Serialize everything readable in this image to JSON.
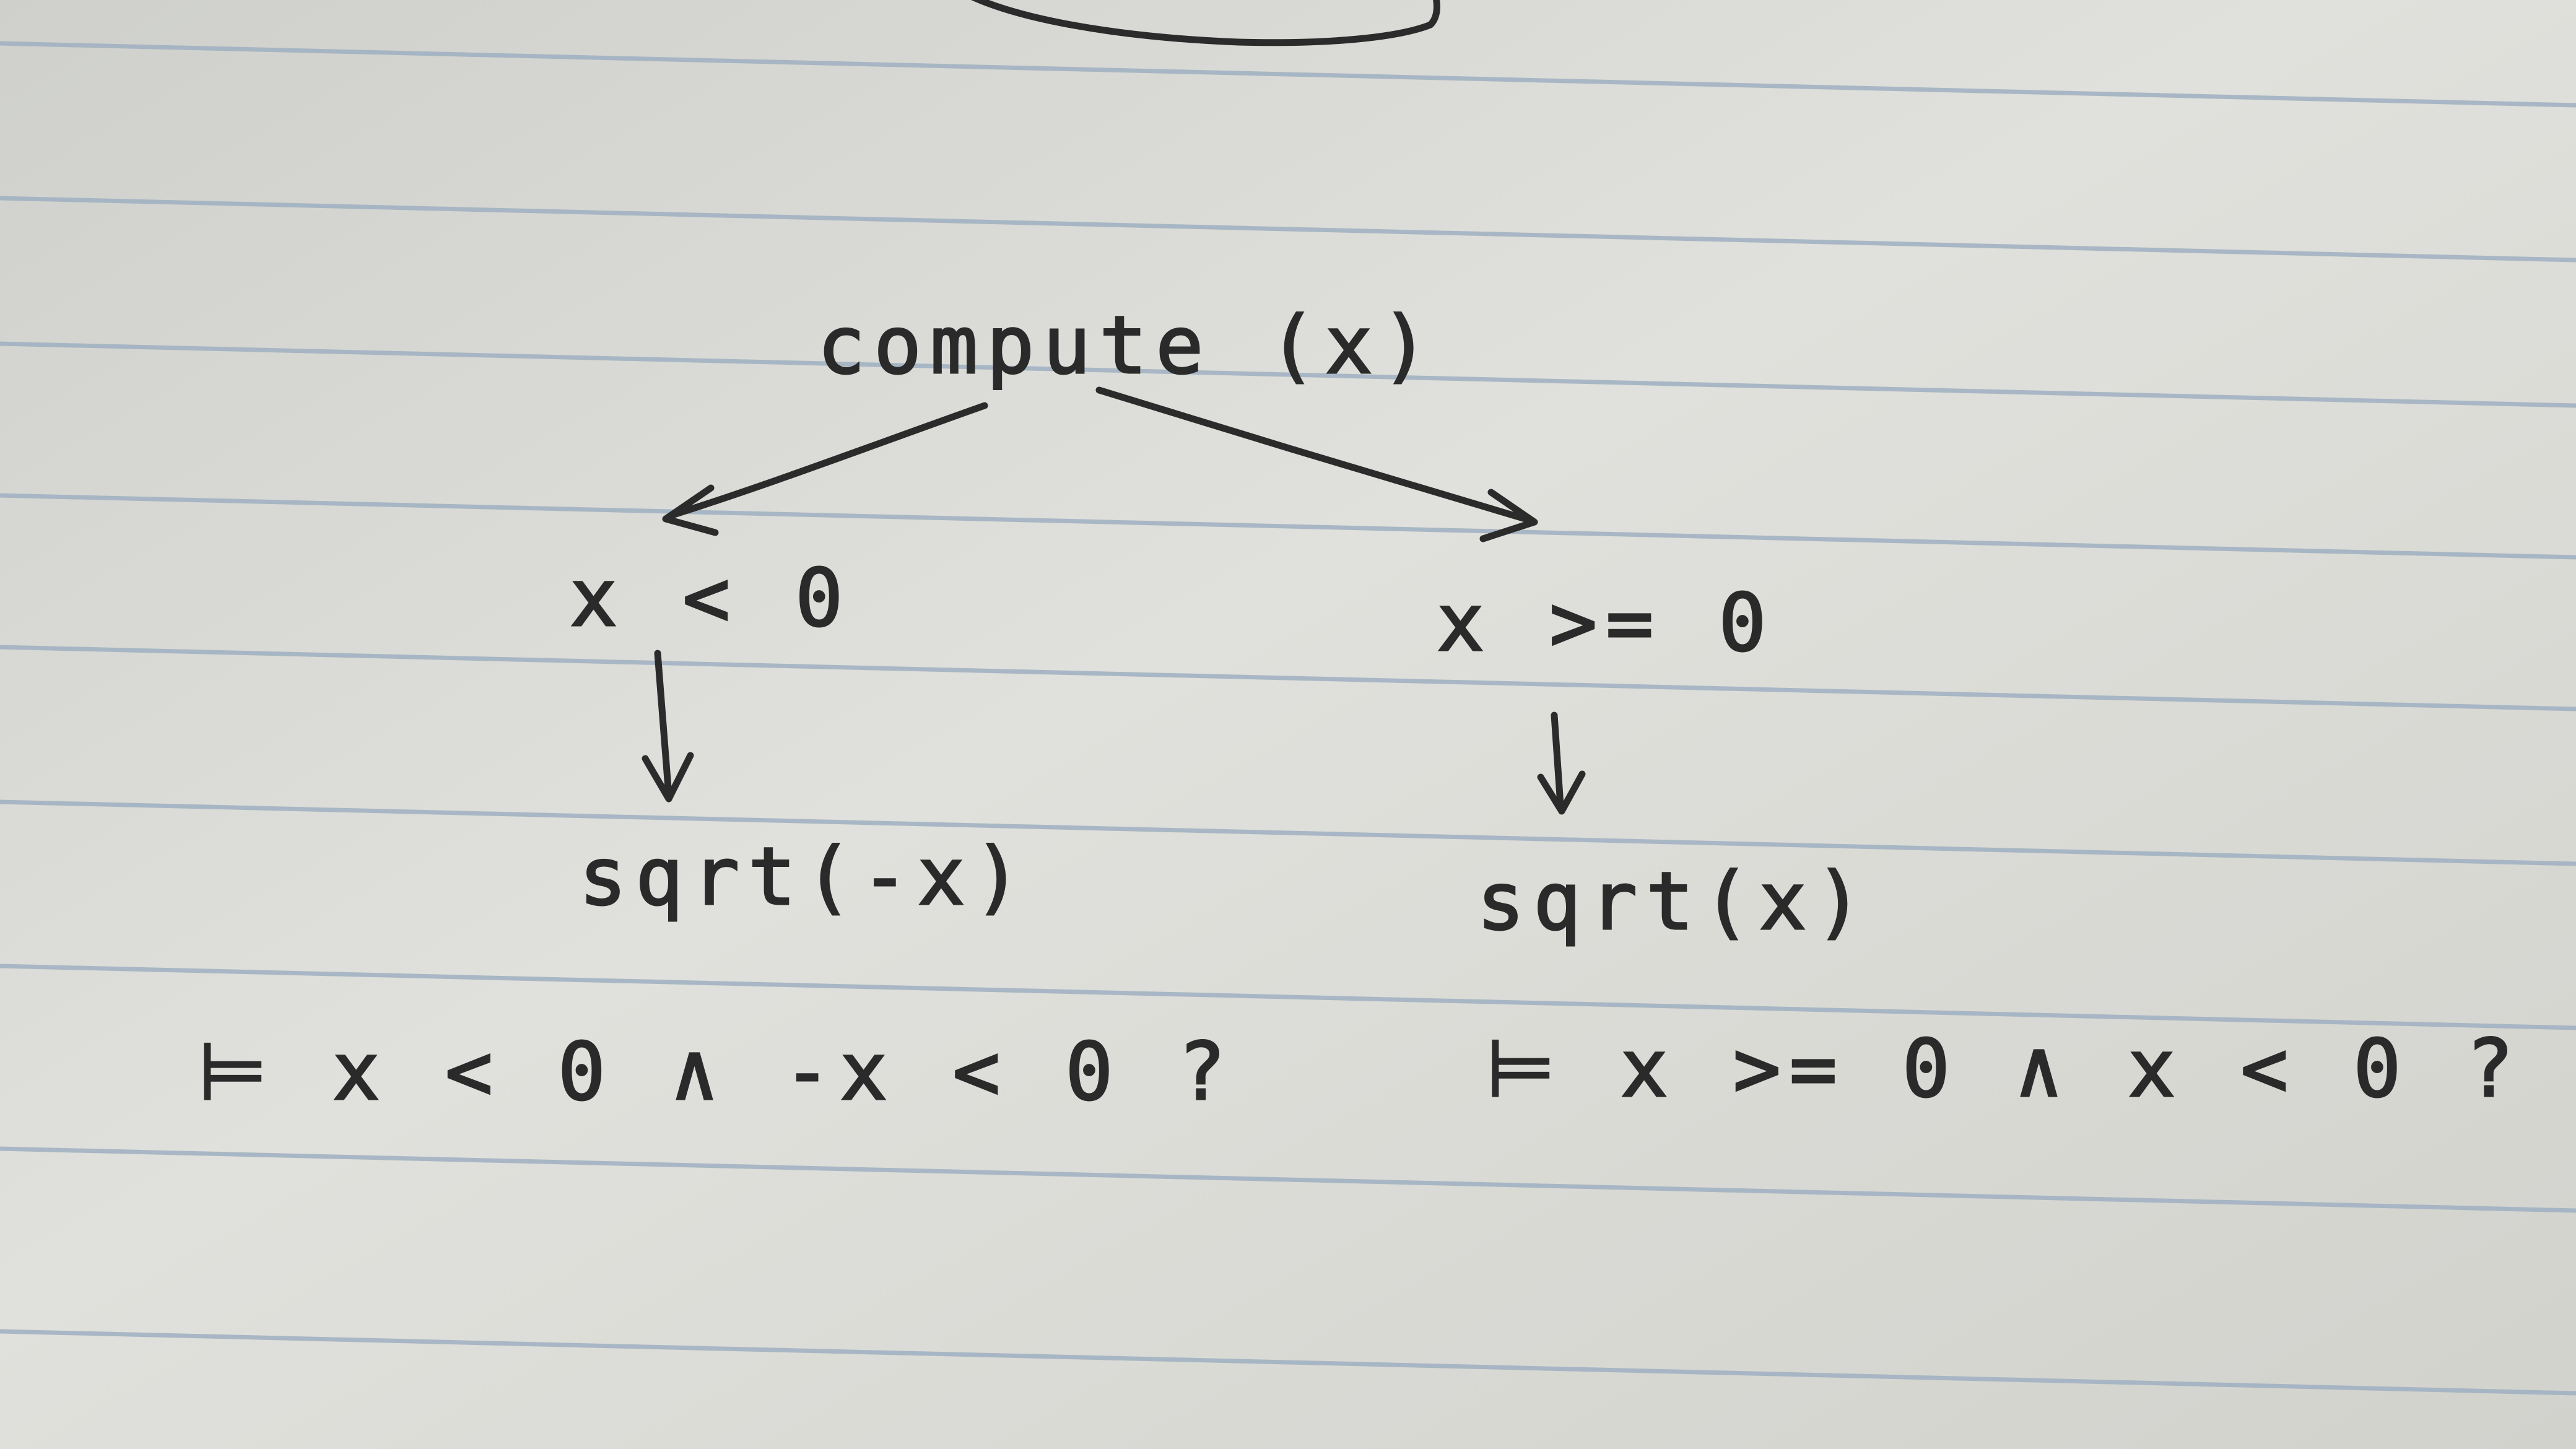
{
  "diagram": {
    "root": "compute (x)",
    "branches": [
      {
        "condition": "x < 0",
        "call": "sqrt(-x)",
        "check": "⊨ x < 0 ∧ -x < 0 ?"
      },
      {
        "condition": "x >= 0",
        "call": "sqrt(x)",
        "check": "⊨ x >= 0 ∧ x < 0 ?"
      }
    ]
  },
  "colors": {
    "paper": "#dcdcd8",
    "rule_line": "#9fb0c2",
    "ink": "#2b2b2b"
  }
}
